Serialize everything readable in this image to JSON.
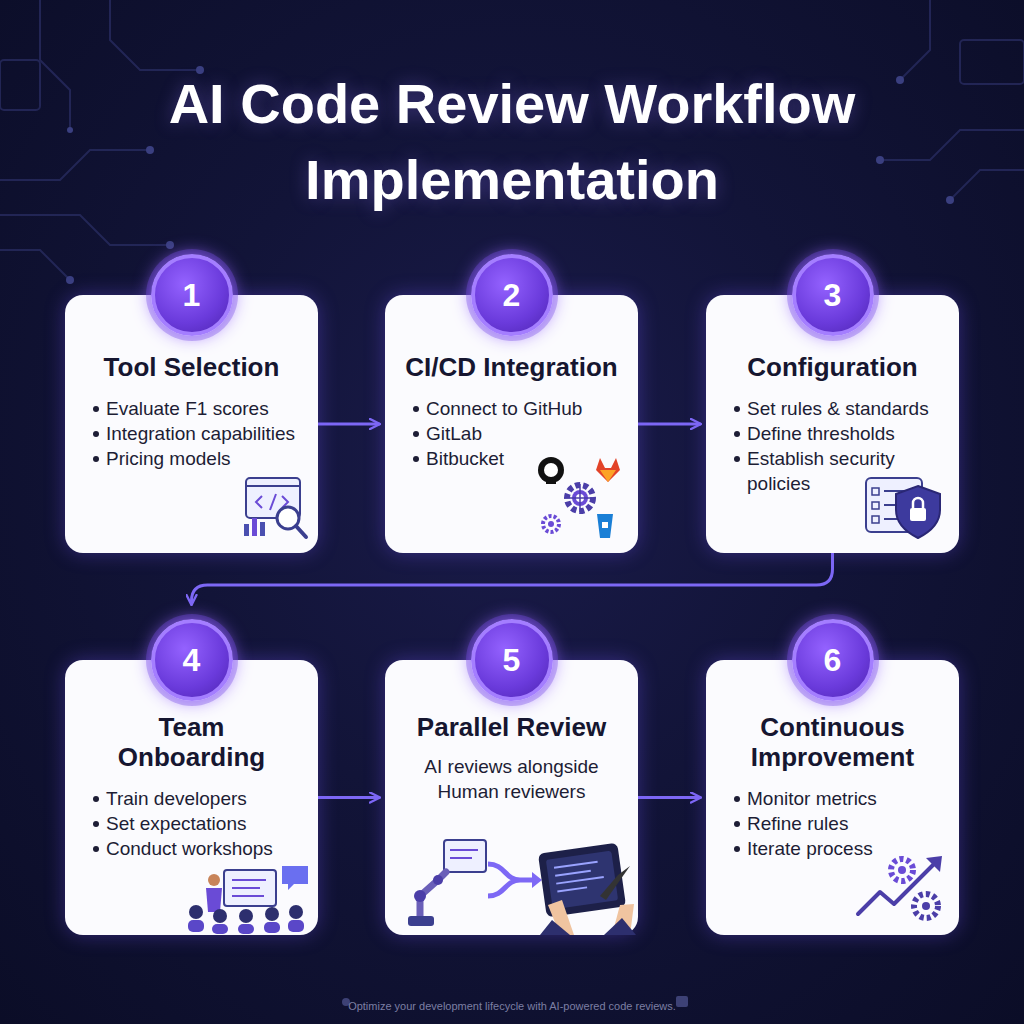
{
  "diagram": {
    "title": "AI Code Review Workflow Implementation",
    "caption": "Optimize your development lifecycle with AI-powered code reviews.",
    "nodes": [
      {
        "text": [
          "1",
          "Tool Selection",
          "Evaluate F1 scores",
          "Integration capabilities",
          "Pricing models"
        ]
      },
      {
        "text": [
          "2",
          "CI/CD Integration",
          "Connect to GitHub",
          "GitLab",
          "Bitbucket"
        ]
      },
      {
        "text": [
          "3",
          "Configuration",
          "Set rules & standards",
          "Define thresholds",
          "Establish security policies"
        ]
      },
      {
        "text": [
          "4",
          "Team Onboarding",
          "Train developers",
          "Set expectations",
          "Conduct workshops"
        ]
      },
      {
        "text": [
          "5",
          "Parallel Review",
          "AI reviews alongside Human reviewers"
        ]
      },
      {
        "text": [
          "6",
          "Continuous Improvement",
          "Monitor metrics",
          "Refine rules",
          "Iterate process"
        ]
      }
    ],
    "edges": [
      {
        "from": 0,
        "to": 1,
        "arrow": "to"
      },
      {
        "from": 1,
        "to": 2,
        "arrow": "to"
      },
      {
        "from": 2,
        "to": 3,
        "arrow": "to"
      },
      {
        "from": 3,
        "to": 4,
        "arrow": "to"
      },
      {
        "from": 4,
        "to": 5,
        "arrow": "to"
      }
    ]
  }
}
